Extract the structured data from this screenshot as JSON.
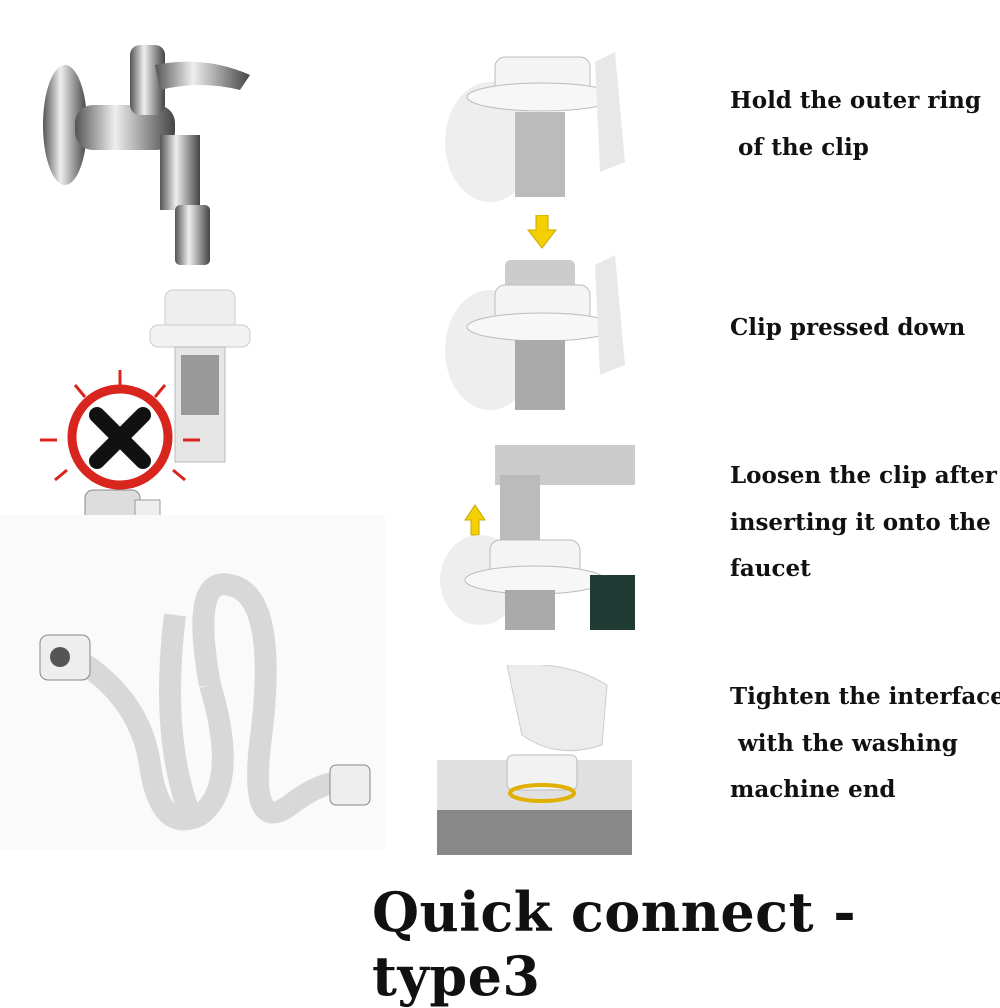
{
  "steps": [
    {
      "lines": [
        "Hold the outer ring",
        " of the clip"
      ]
    },
    {
      "lines": [
        "Clip pressed down"
      ]
    },
    {
      "lines": [
        "Loosen the clip after",
        "inserting it onto the",
        "faucet"
      ]
    },
    {
      "lines": [
        "Tighten the interface",
        " with the washing",
        "machine end"
      ]
    }
  ],
  "title": "Quick connect -type3",
  "colors": {
    "arrow": "#f5d000",
    "warning": "#d8261f",
    "cross": "#111111"
  }
}
